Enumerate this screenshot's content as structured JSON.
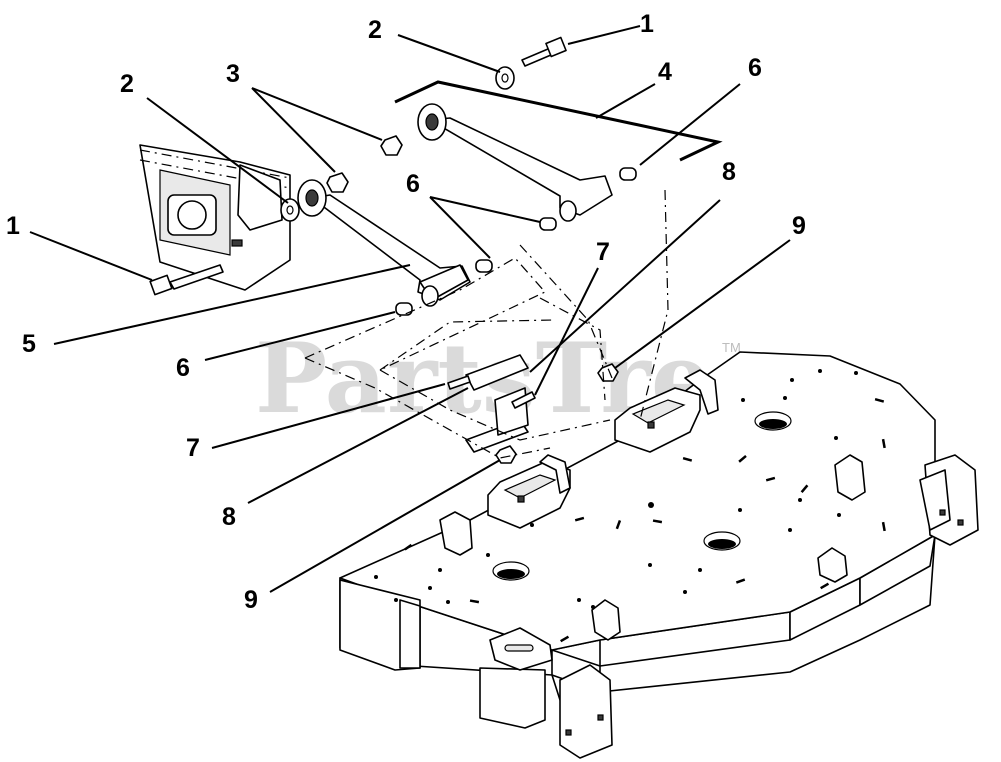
{
  "watermark": {
    "text": "PartsTree",
    "tm": "TM"
  },
  "callouts": [
    {
      "id": "c1a",
      "label": "1"
    },
    {
      "id": "c2a",
      "label": "2"
    },
    {
      "id": "c3",
      "label": "3"
    },
    {
      "id": "c2b",
      "label": "2"
    },
    {
      "id": "c4",
      "label": "4"
    },
    {
      "id": "c6a",
      "label": "6"
    },
    {
      "id": "c1b",
      "label": "1"
    },
    {
      "id": "c6b",
      "label": "6"
    },
    {
      "id": "c8a",
      "label": "8"
    },
    {
      "id": "c9a",
      "label": "9"
    },
    {
      "id": "c7a",
      "label": "7"
    },
    {
      "id": "c5",
      "label": "5"
    },
    {
      "id": "c6c",
      "label": "6"
    },
    {
      "id": "c7b",
      "label": "7"
    },
    {
      "id": "c8b",
      "label": "8"
    },
    {
      "id": "c9b",
      "label": "9"
    }
  ]
}
